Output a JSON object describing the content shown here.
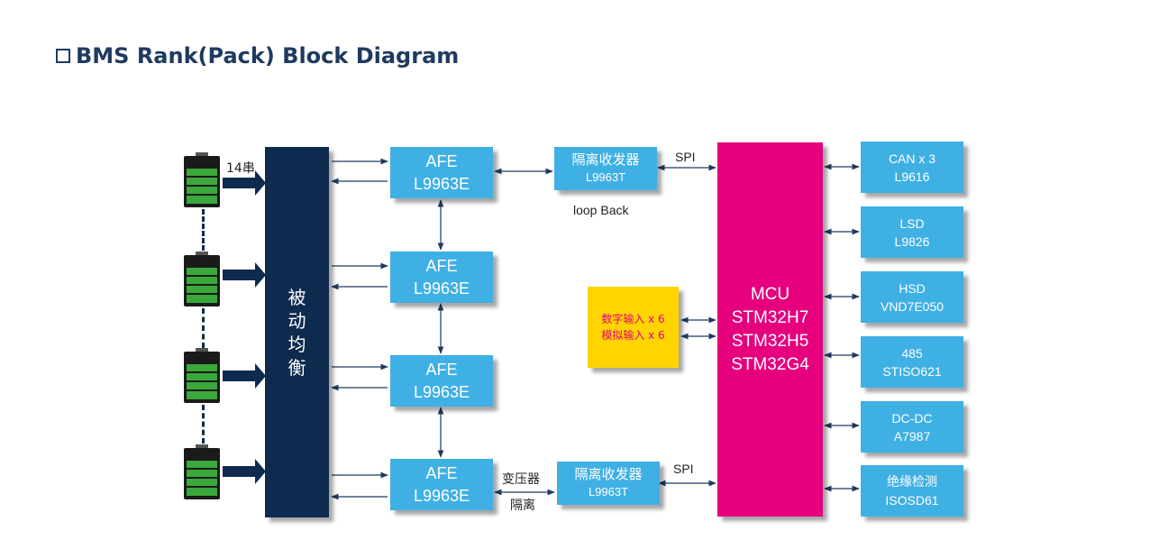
{
  "title": "BMS Rank(Pack) Block Diagram",
  "series_label": "14串",
  "balance_label": [
    "被",
    "动",
    "均",
    "衡"
  ],
  "afe_blocks": [
    {
      "name": "AFE",
      "part": "L9963E"
    },
    {
      "name": "AFE",
      "part": "L9963E"
    },
    {
      "name": "AFE",
      "part": "L9963E"
    },
    {
      "name": "AFE",
      "part": "L9963E"
    }
  ],
  "transceiver_top": {
    "name": "隔离收发器",
    "part": "L9963T"
  },
  "transceiver_bottom": {
    "name": "隔离收发器",
    "part": "L9963T"
  },
  "loop_back_label": "loop Back",
  "spi_top_label": "SPI",
  "spi_bottom_label": "SPI",
  "transformer_label": "变压器",
  "isolation_label": "隔离",
  "io_block": {
    "digital": "数字输入 x 6",
    "analog": "模拟输入 x 6"
  },
  "mcu": {
    "title": "MCU",
    "parts": [
      "STM32H7",
      "STM32H5",
      "STM32G4"
    ]
  },
  "peripherals": [
    {
      "name": "CAN x 3",
      "part": "L9616"
    },
    {
      "name": "LSD",
      "part": "L9826"
    },
    {
      "name": "HSD",
      "part": "VND7E050"
    },
    {
      "name": "485",
      "part": "STISO621"
    },
    {
      "name": "DC-DC",
      "part": "A7987"
    },
    {
      "name": "绝缘检测",
      "part": "ISOSD61"
    }
  ],
  "colors": {
    "title": "#1f3a5f",
    "block_blue": "#3fb0e4",
    "balance_navy": "#0f2a4f",
    "mcu_magenta": "#e6007e",
    "io_yellow": "#ffd400",
    "battery_green": "#3aa83a"
  }
}
